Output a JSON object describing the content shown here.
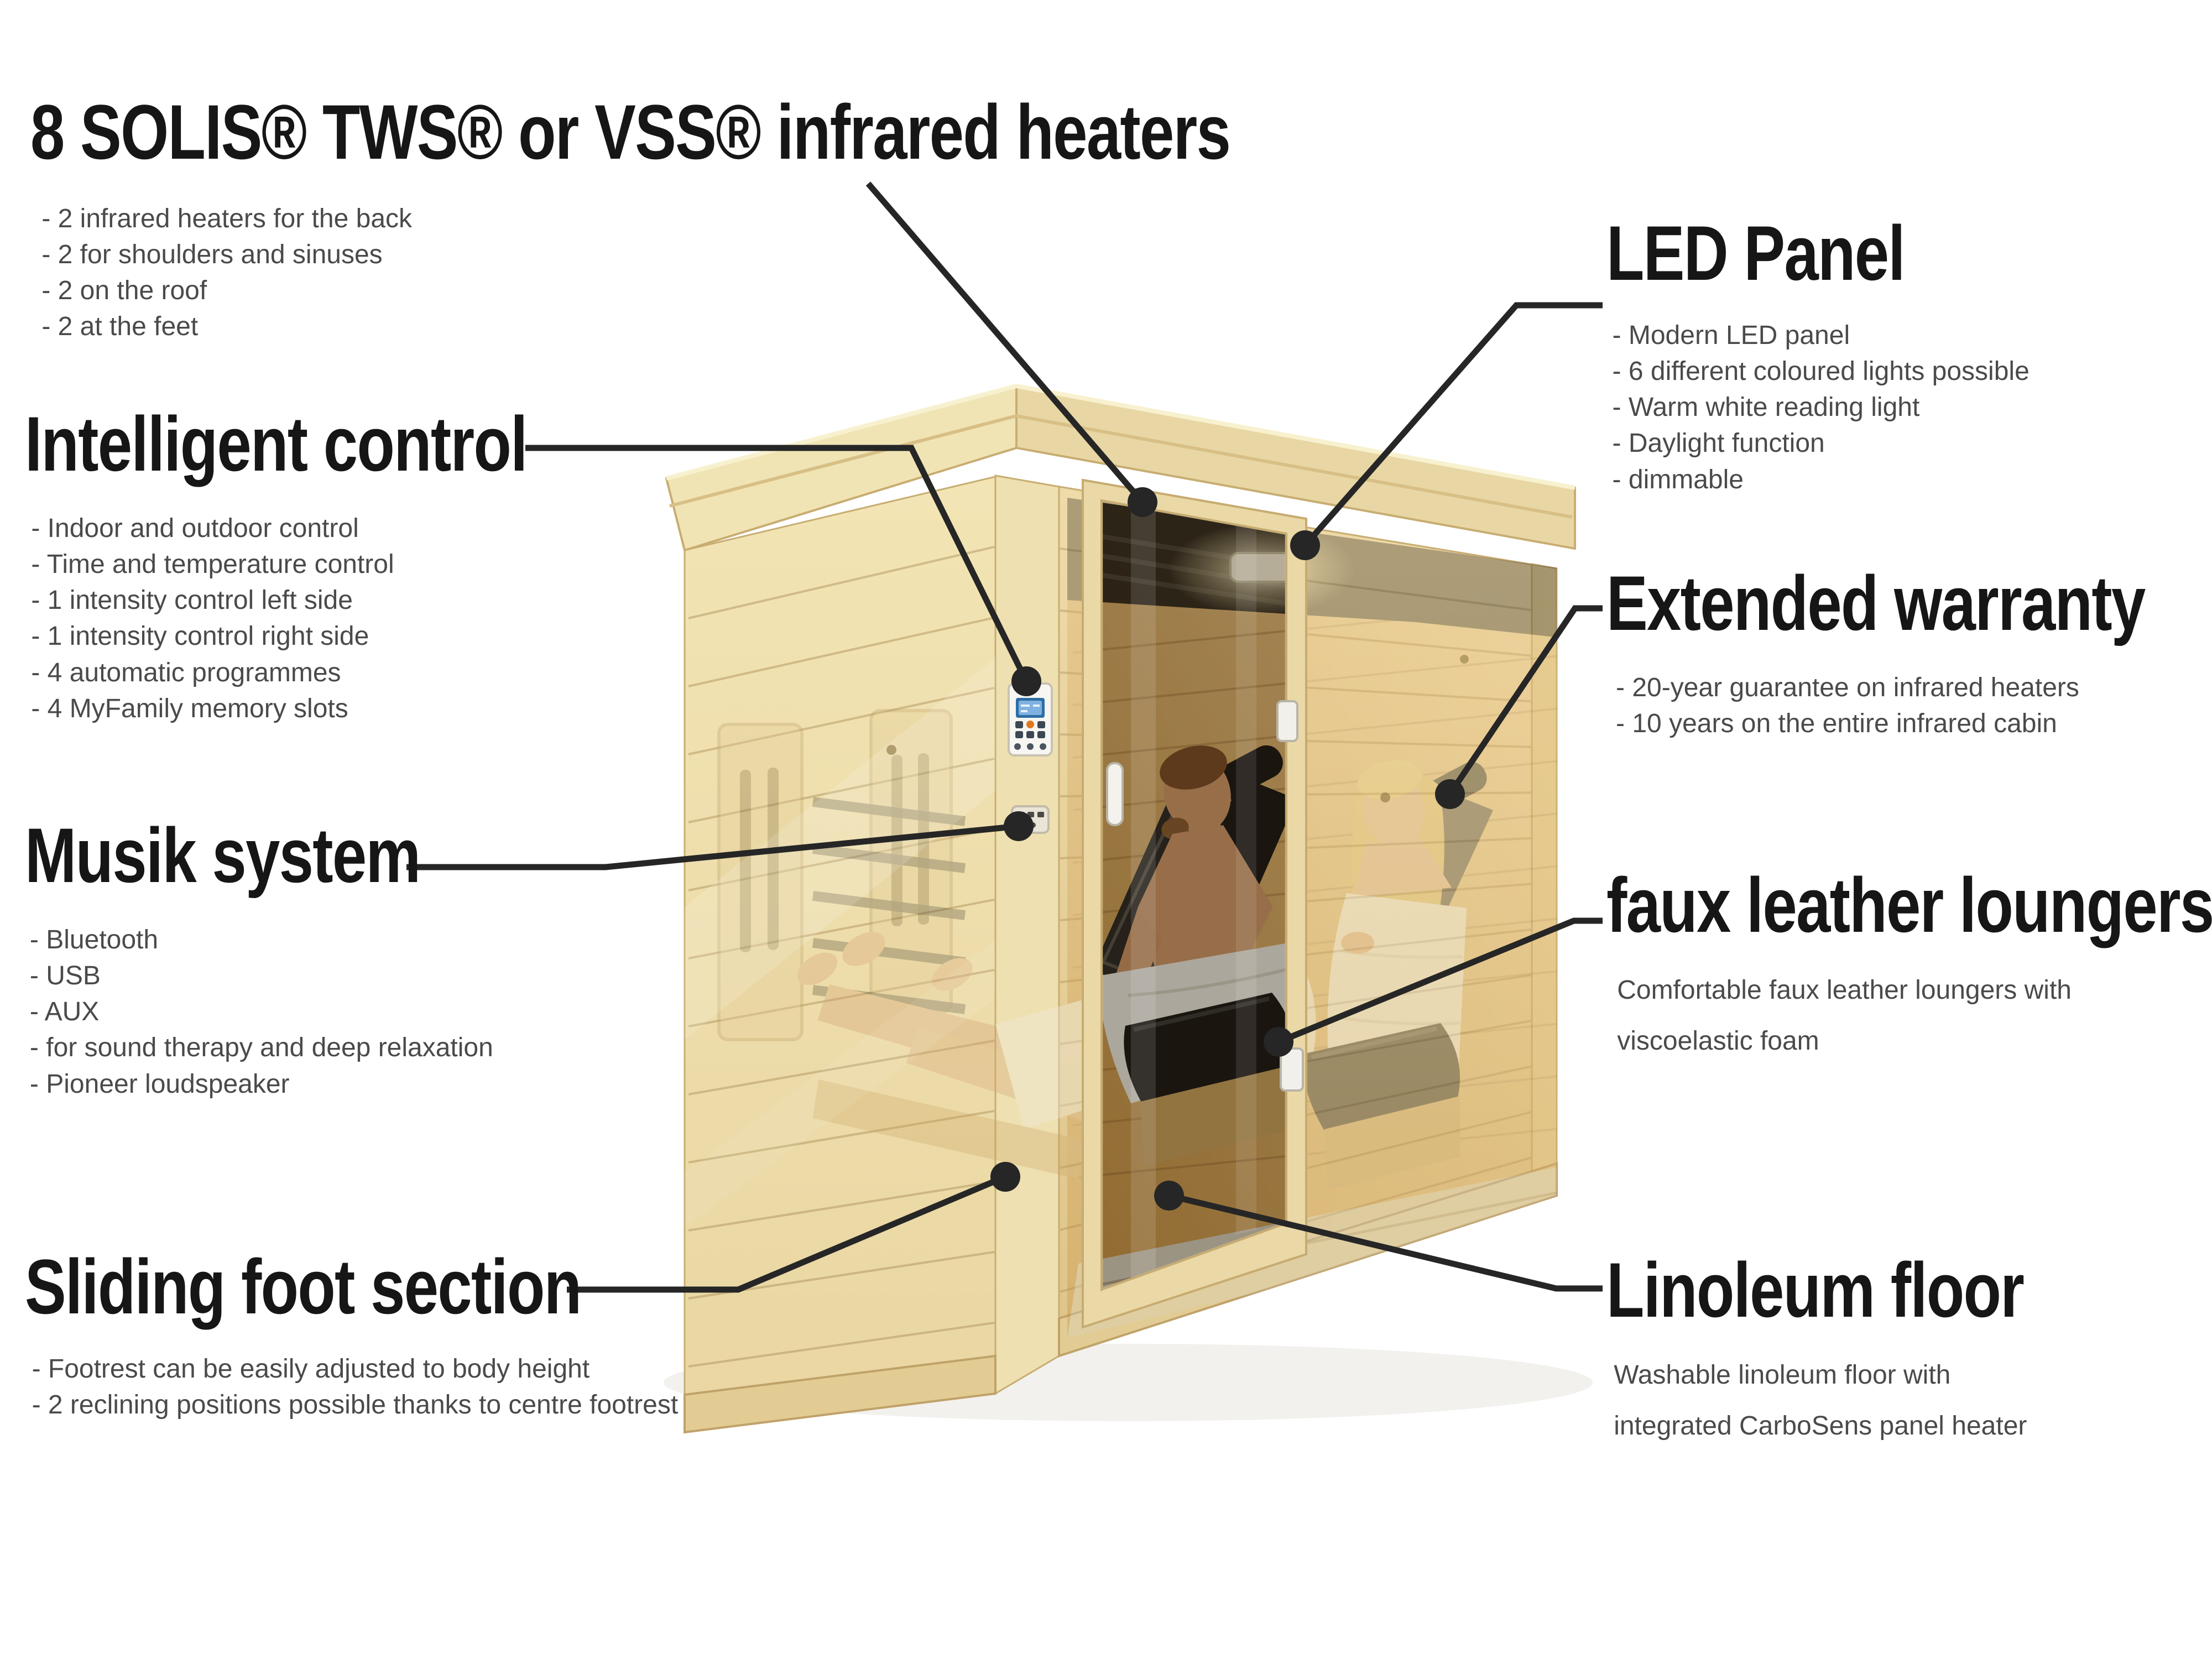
{
  "colors": {
    "background": "#ffffff",
    "heading_text": "#161616",
    "body_text": "#4a4a4a",
    "callout_line": "#262626",
    "wood_light": "#f2e4b4",
    "wood_mid": "#e9d6a2",
    "wood_dark": "#dec489",
    "wood_seam": "#a98c54",
    "interior_glow": "#f2cd90",
    "interior_shadow": "#c6903f",
    "leather": "#141210",
    "towel": "#f2efe6",
    "skin_man": "#d49868",
    "skin_woman": "#e4b289",
    "hair_man": "#7b4a24",
    "hair_woman": "#e8c878",
    "led_light": "#fff8e0",
    "lcd_screen": "#7fb2e0"
  },
  "callouts": {
    "left": [
      {
        "title": "8 SOLIS® TWS® or VSS® infrared heaters",
        "bullets": [
          "- 2 infrared heaters for the back",
          "- 2 for shoulders and sinuses",
          "- 2 on the roof",
          "- 2 at the feet"
        ]
      },
      {
        "title": "Intelligent control",
        "bullets": [
          "- Indoor and outdoor control",
          "- Time and temperature control",
          "- 1 intensity control left side",
          "- 1 intensity control right side",
          "- 4 automatic programmes",
          "- 4 MyFamily memory slots"
        ]
      },
      {
        "title": "Musik system",
        "bullets": [
          "- Bluetooth",
          "- USB",
          "- AUX",
          "- for sound therapy and deep relaxation",
          "- Pioneer loudspeaker"
        ]
      },
      {
        "title": "Sliding foot section",
        "bullets": [
          "- Footrest can be easily adjusted to body height",
          "- 2 reclining positions possible thanks to centre footrest"
        ]
      }
    ],
    "right": [
      {
        "title": "LED Panel",
        "bullets": [
          "- Modern LED panel",
          "- 6 different coloured lights possible",
          "- Warm white reading light",
          "- Daylight function",
          "- dimmable"
        ]
      },
      {
        "title": "Extended warranty",
        "bullets": [
          "- 20-year guarantee on infrared heaters",
          "- 10 years on the entire infrared cabin"
        ]
      },
      {
        "title": "faux leather loungers",
        "bullets": [
          "Comfortable faux leather loungers with viscoelastic foam"
        ]
      },
      {
        "title": "Linoleum floor",
        "bullets": [
          "Washable linoleum floor with integrated CarboSens panel heater"
        ]
      }
    ]
  }
}
